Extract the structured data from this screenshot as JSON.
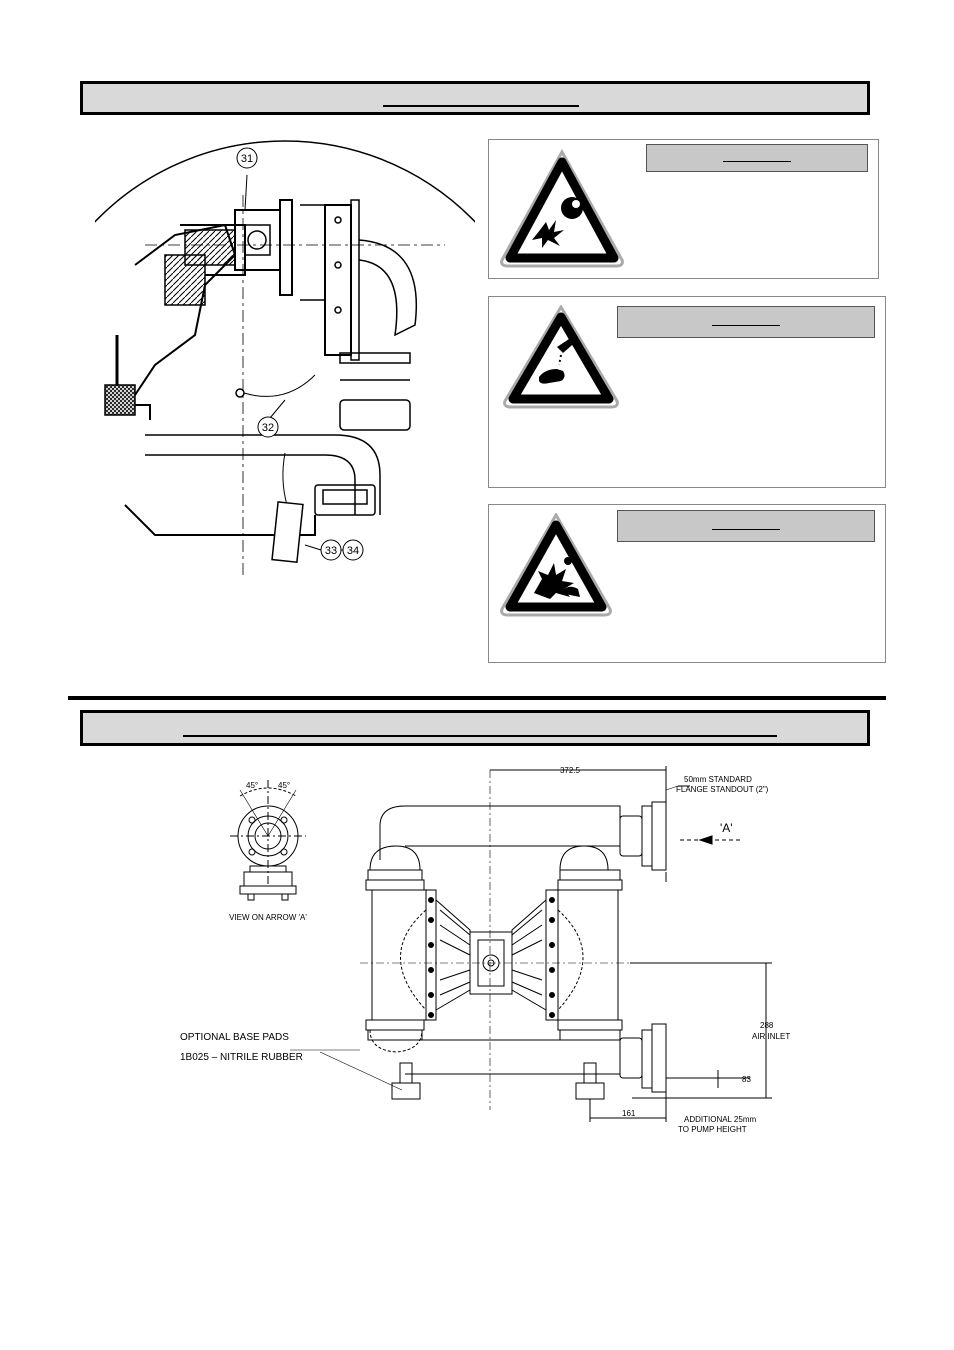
{
  "parts_diagram": {
    "callouts": [
      "31",
      "32",
      "33",
      "34"
    ]
  },
  "warnings": [
    {
      "icon": "explosion-warning-icon"
    },
    {
      "icon": "corrosive-warning-icon"
    },
    {
      "icon": "pressure-burst-warning-icon"
    }
  ],
  "dimension_drawing": {
    "dim_top": "372.5",
    "flange_note_line1": "50mm STANDARD",
    "flange_note_line2": "FLANGE STANDOUT (2\")",
    "arrow_label": "'A'",
    "angle_left": "45°",
    "angle_right": "45°",
    "view_label": "VIEW ON ARROW 'A'",
    "base_pads_line1": "OPTIONAL BASE PADS",
    "base_pads_line2": "1B025 – NITRILE RUBBER",
    "dim_air_inlet_value": "288",
    "dim_air_inlet_label": "AIR INLET",
    "dim_83": "83",
    "dim_161": "161",
    "additional_line1": "ADDITIONAL 25mm",
    "additional_line2": "TO PUMP HEIGHT"
  }
}
